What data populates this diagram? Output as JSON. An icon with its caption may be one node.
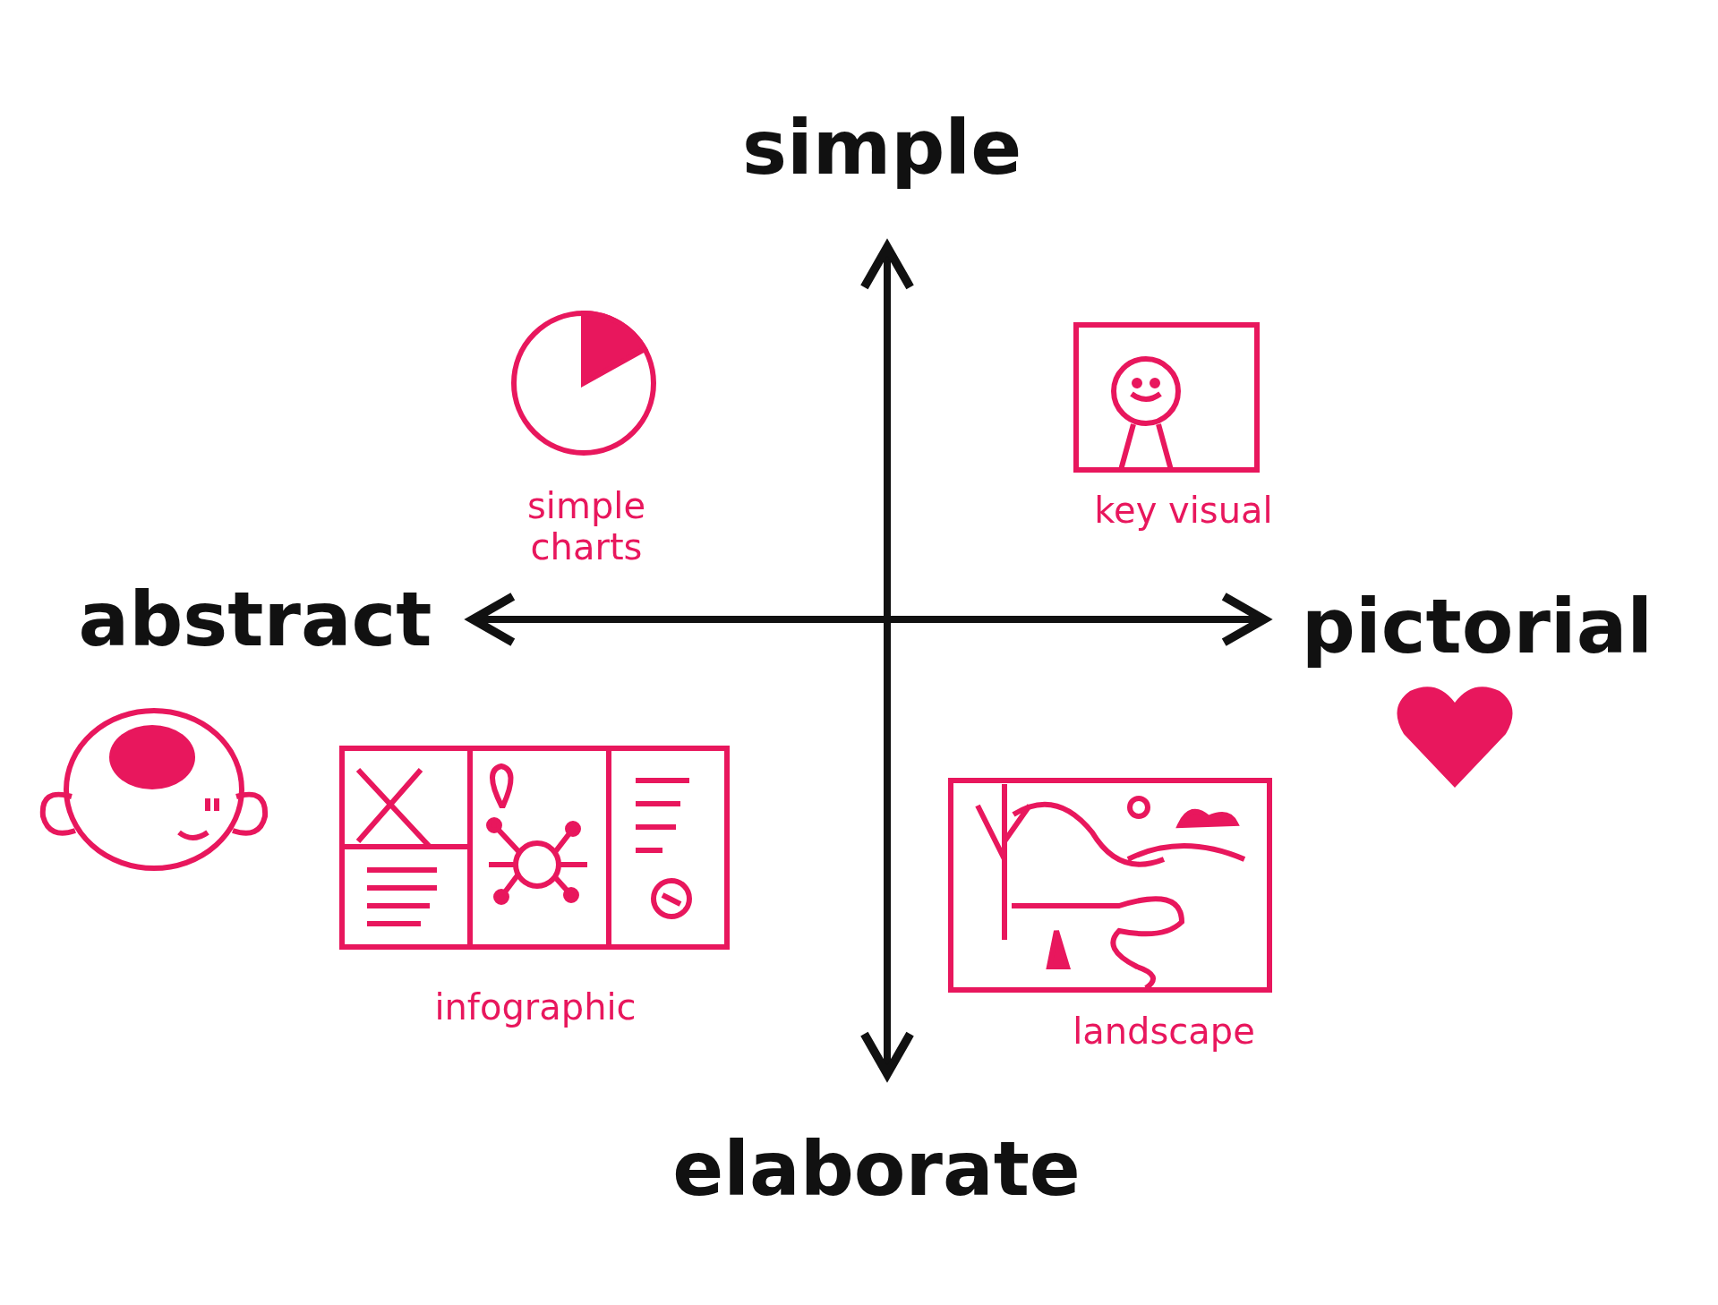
{
  "diagram": {
    "labels": [
      "simple",
      "simple charts",
      "key visual",
      "abstract",
      "pictorial",
      "infographic",
      "landscape",
      "elaborate"
    ]
  }
}
